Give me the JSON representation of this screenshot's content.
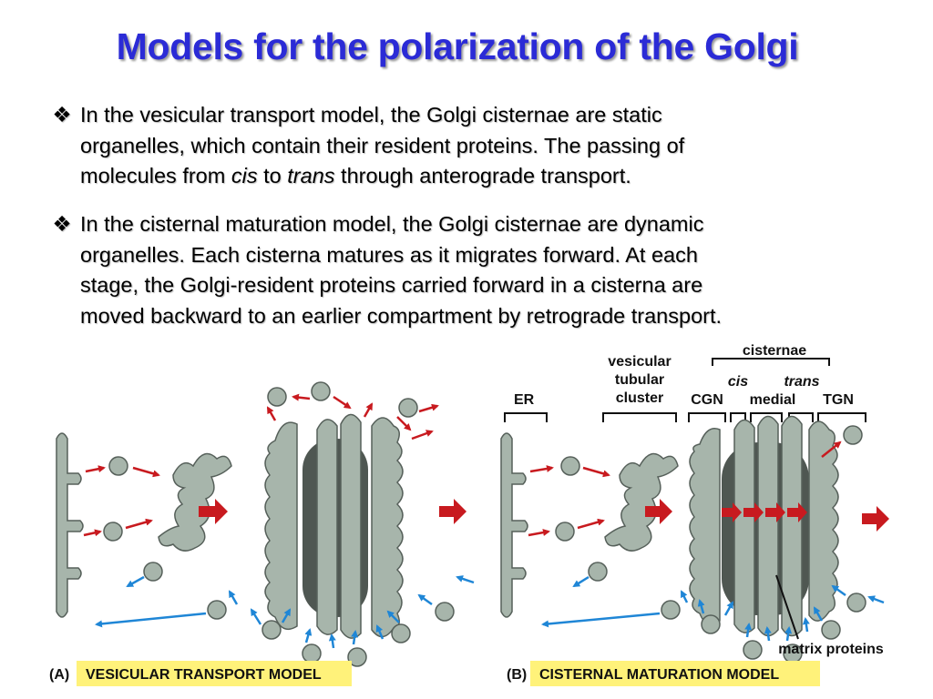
{
  "slide": {
    "title": "Models for the polarization of the Golgi",
    "bullet_symbol": "❖",
    "bullet1": {
      "line1": "In the vesicular transport model, the Golgi cisternae are static",
      "line2": "organelles, which contain their resident proteins. The passing of",
      "line3_pre": "molecules from",
      "cis": "cis",
      "to": "to",
      "trans": "trans",
      "line3_post": "through anterograde transport."
    },
    "bullet2": {
      "line1": "In the cisternal maturation model, the Golgi cisternae are dynamic",
      "line2": "organelles. Each cisterna matures as it migrates forward. At each",
      "line3": "stage, the Golgi-resident proteins carried forward in a cisterna are",
      "line4": "moved backward to an earlier compartment by retrograde transport."
    }
  },
  "figure": {
    "panel_a_letter": "(A)",
    "panel_a_caption": "VESICULAR TRANSPORT MODEL",
    "panel_b_letter": "(B)",
    "panel_b_caption": "CISTERNAL MATURATION MODEL",
    "label_er": "ER",
    "label_vtc_1": "vesicular",
    "label_vtc_2": "tubular",
    "label_vtc_3": "cluster",
    "label_cisternae": "cisternae",
    "label_cis": "cis",
    "label_trans": "trans",
    "label_cgn": "CGN",
    "label_medial": "medial",
    "label_tgn": "TGN",
    "label_matrix": "matrix proteins"
  },
  "colors": {
    "title": "#2b2bd6",
    "organelle_fill": "#a7b5ab",
    "organelle_dark": "#4f5752",
    "arrow_red": "#c81a1f",
    "arrow_blue": "#1f86d6",
    "caption_bg": "#fff27a"
  }
}
